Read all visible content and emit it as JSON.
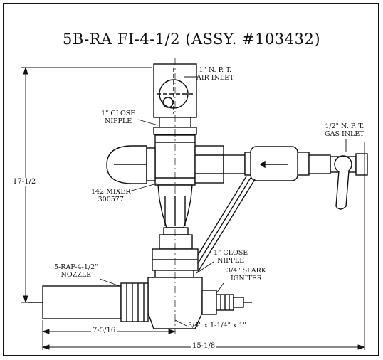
{
  "title": "5B-RA FI-4-1/2 (ASSY. #103432)",
  "labels": {
    "air_inlet": "1\" N. P. T.\nAIR INLET",
    "close_nipple_top": "1\" CLOSE\nNIPPLE",
    "gas_inlet": "1/2\" N. P. T.\nGAS INLET",
    "mixer": "142 MIXER\n300577",
    "close_nipple_bottom": "1\" CLOSE\nNIPPLE",
    "nozzle": "5-RAF-4-1/2\"\nNOZZLE",
    "spark_igniter": "3/4\" SPARK\nIGNITER",
    "reducer": "3/4\" x 1-1/4\" x 1\""
  },
  "dimensions": {
    "overall_height": "17-1/2",
    "nozzle_length": "7-5/16",
    "overall_width": "15-1/8"
  }
}
